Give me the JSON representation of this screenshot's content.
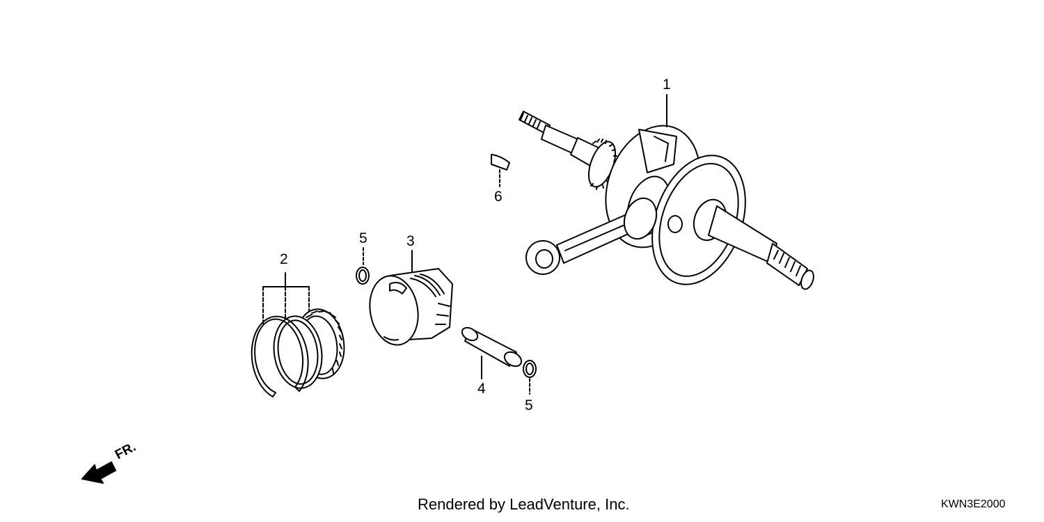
{
  "callouts": {
    "crankshaft": "1",
    "piston_rings": "2",
    "piston": "3",
    "piston_pin": "4",
    "clip_upper": "5",
    "clip_lower": "5",
    "woodruff_key": "6"
  },
  "direction": {
    "label": "FR.",
    "icon": "front-arrow-icon"
  },
  "footer": {
    "credit": "Rendered by LeadVenture, Inc.",
    "code": "KWN3E2000"
  }
}
